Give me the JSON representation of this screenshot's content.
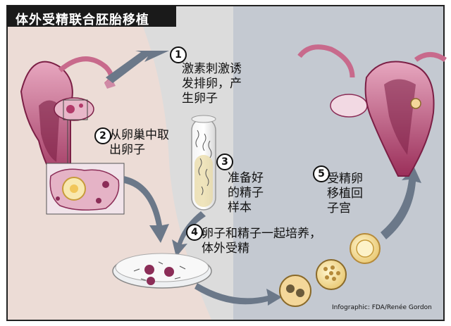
{
  "title": "体外受精联合胚胎移植",
  "credit": "Infographic: FDA/Renée Gordon",
  "steps": [
    {
      "number": "1",
      "text": "激素刺激诱\n发排卵，产\n生卵子"
    },
    {
      "number": "2",
      "text": "从卵巢中取\n出卵子"
    },
    {
      "number": "3",
      "text": "准备好\n的精子\n样本"
    },
    {
      "number": "4",
      "text": "卵子和精子一起培养，\n体外受精"
    },
    {
      "number": "5",
      "text": "受精卵\n移植回\n子宫"
    }
  ],
  "colors": {
    "background_left": "#dcdcdc",
    "body_skin": "#ecdcd6",
    "background_right": "#c4c9d1",
    "title_bar": "#1a1a1a",
    "uterus_pink": "#c86a8c",
    "uterus_dark": "#7b1f45",
    "arrow": "#6b7889",
    "frame": "#222222"
  }
}
